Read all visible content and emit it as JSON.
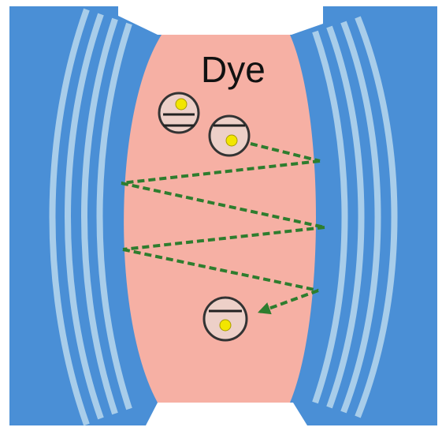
{
  "label": "Dye",
  "colors": {
    "background": "#ffffff",
    "mirror_blue": "#4a8fd6",
    "mirror_stripe": "#a8cdea",
    "dye_fill": "#f6b0a4",
    "photon_path": "#2e7d2e",
    "electron": "#f2e600",
    "atom_fill": "#edd0c8",
    "atom_stroke": "#333333"
  },
  "molecules": [
    {
      "name": "dye-molecule-upper-left",
      "electron_level": "upper"
    },
    {
      "name": "dye-molecule-upper-right",
      "electron_level": "lower"
    },
    {
      "name": "dye-molecule-bottom",
      "electron_level": "lower"
    }
  ]
}
